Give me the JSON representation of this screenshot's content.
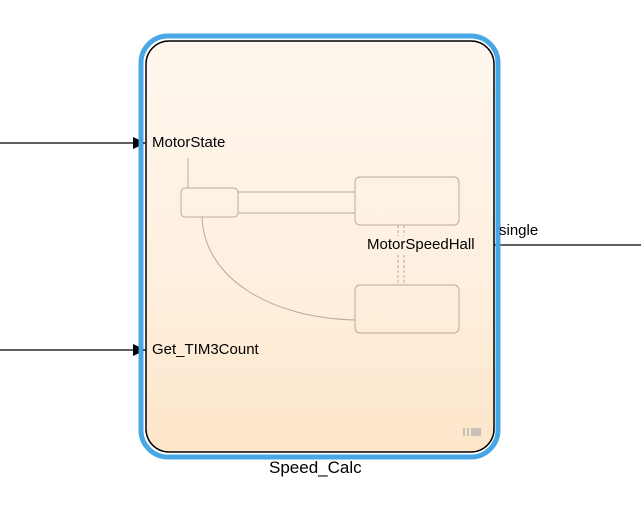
{
  "block": {
    "name": "Speed_Calc",
    "inputs": [
      {
        "label": "MotorState"
      },
      {
        "label": "Get_TIM3Count"
      }
    ],
    "output": {
      "label": "MotorSpeedHall",
      "signal_type": "single"
    }
  },
  "colors": {
    "selection_outline": "#4aa7e6",
    "block_fill_top": "#fef5ec",
    "block_fill_bottom": "#fde7cc",
    "chart_lines": "#b9aa9c"
  },
  "icons": [
    "stateflow-chart-icon"
  ]
}
